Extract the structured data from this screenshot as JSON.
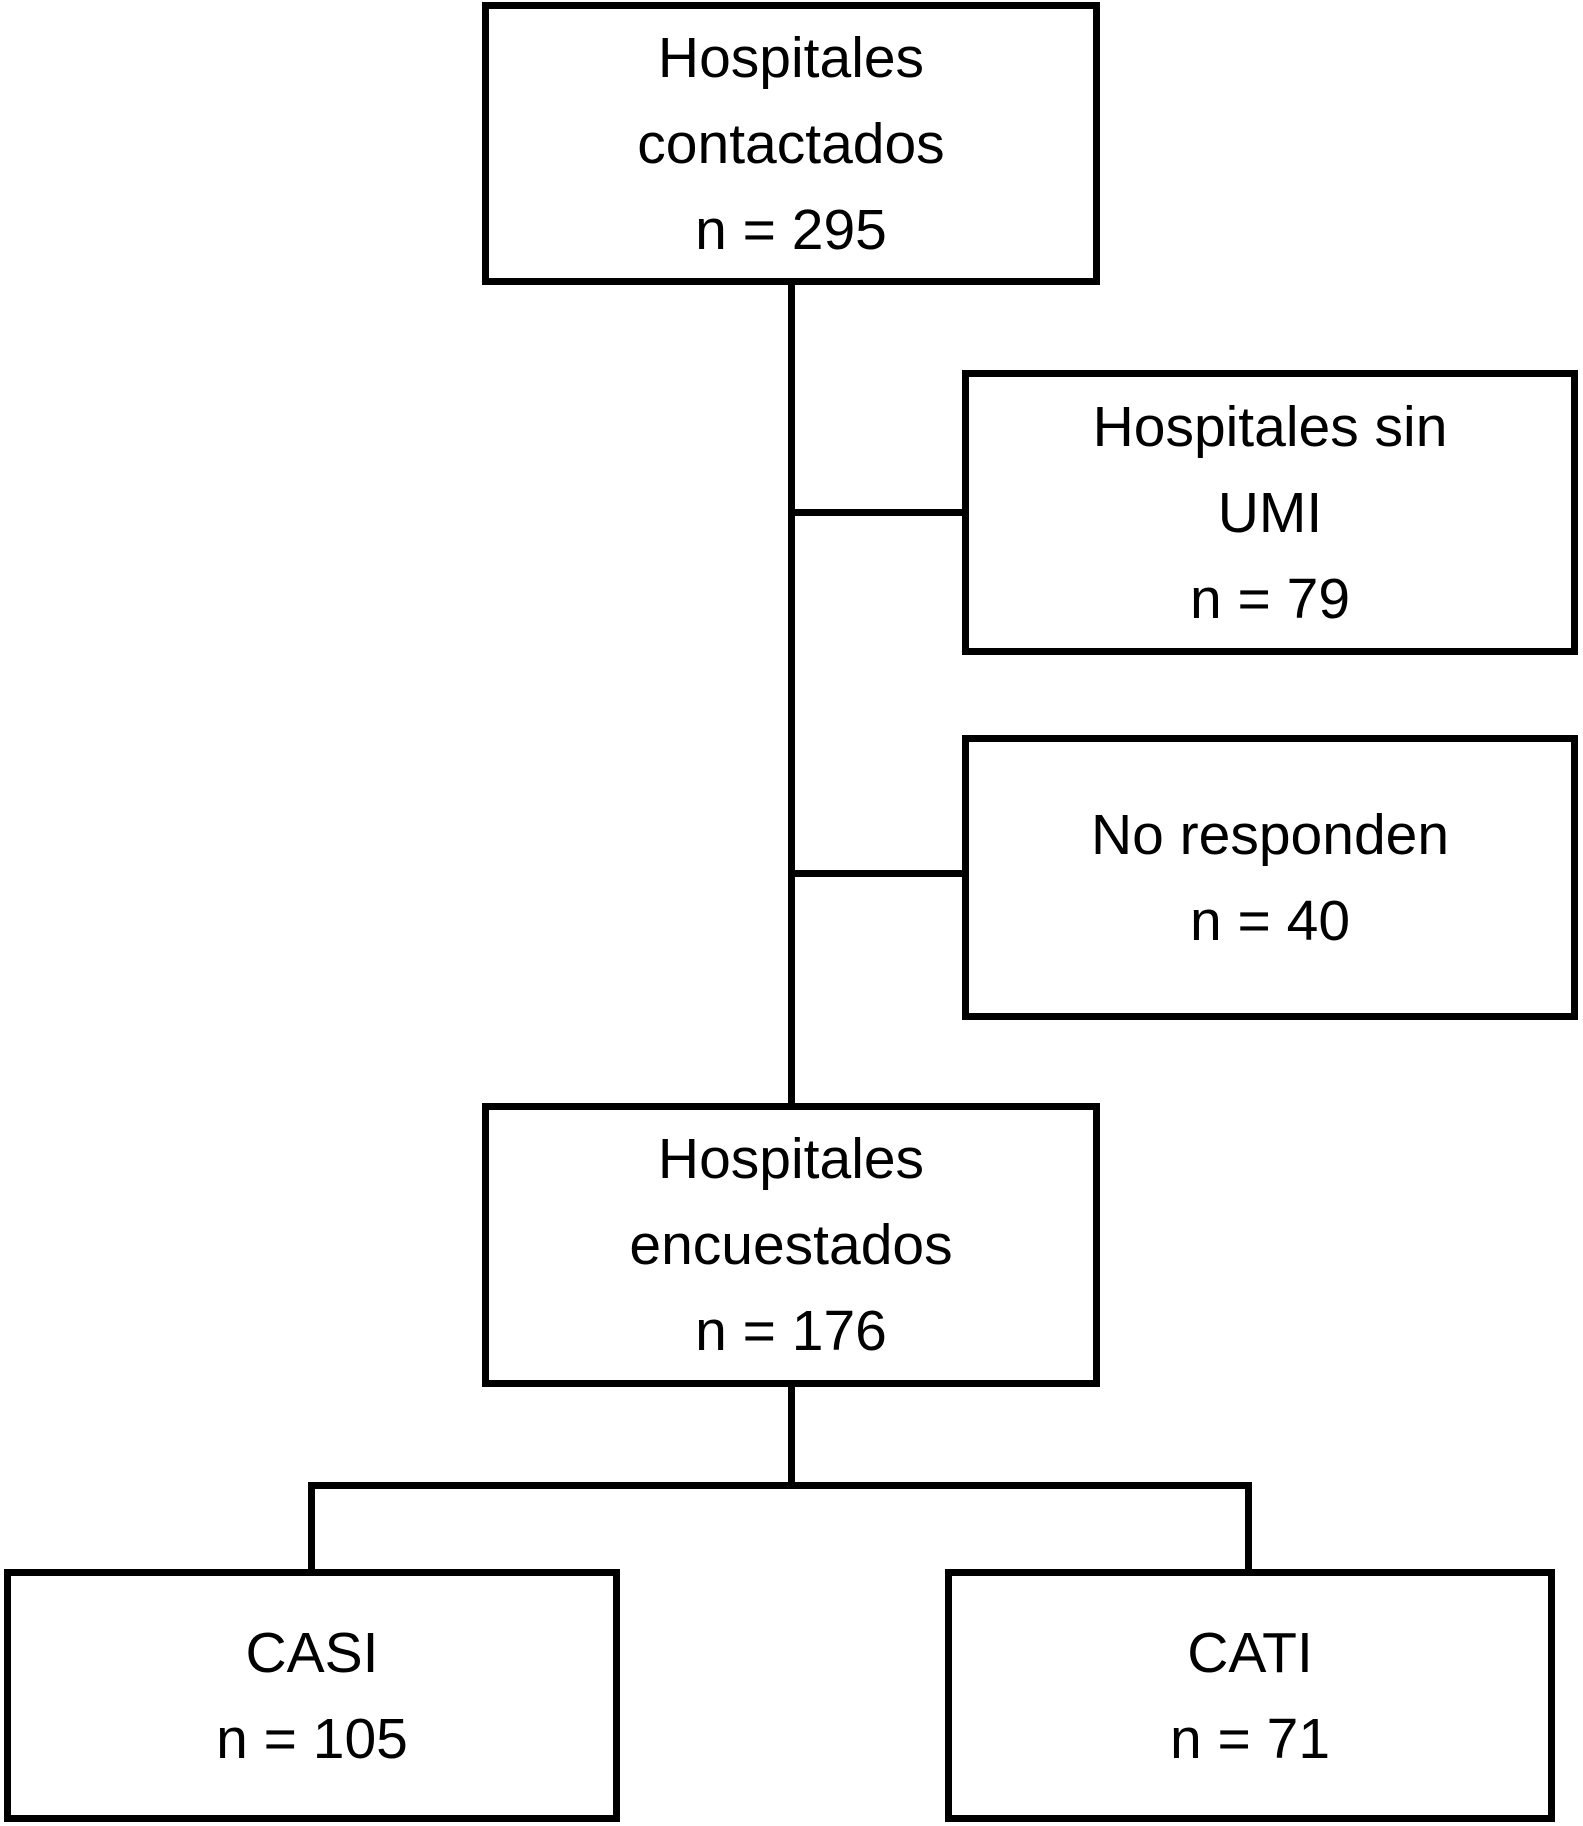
{
  "diagram": {
    "kind": "flowchart",
    "background_color": "#ffffff",
    "line_color": "#000000",
    "boxes": {
      "contactados": {
        "line1": "Hospitales",
        "line2": "contactados",
        "n": "n = 295"
      },
      "sin_umi": {
        "line1": "Hospitales sin",
        "line2": "UMI",
        "n": "n = 79"
      },
      "no_responden": {
        "line1": "No responden",
        "n": "n = 40"
      },
      "encuestados": {
        "line1": "Hospitales",
        "line2": "encuestados",
        "n": "n = 176"
      },
      "casi": {
        "line1": "CASI",
        "n": "n = 105"
      },
      "cati": {
        "line1": "CATI",
        "n": "n = 71"
      }
    }
  }
}
